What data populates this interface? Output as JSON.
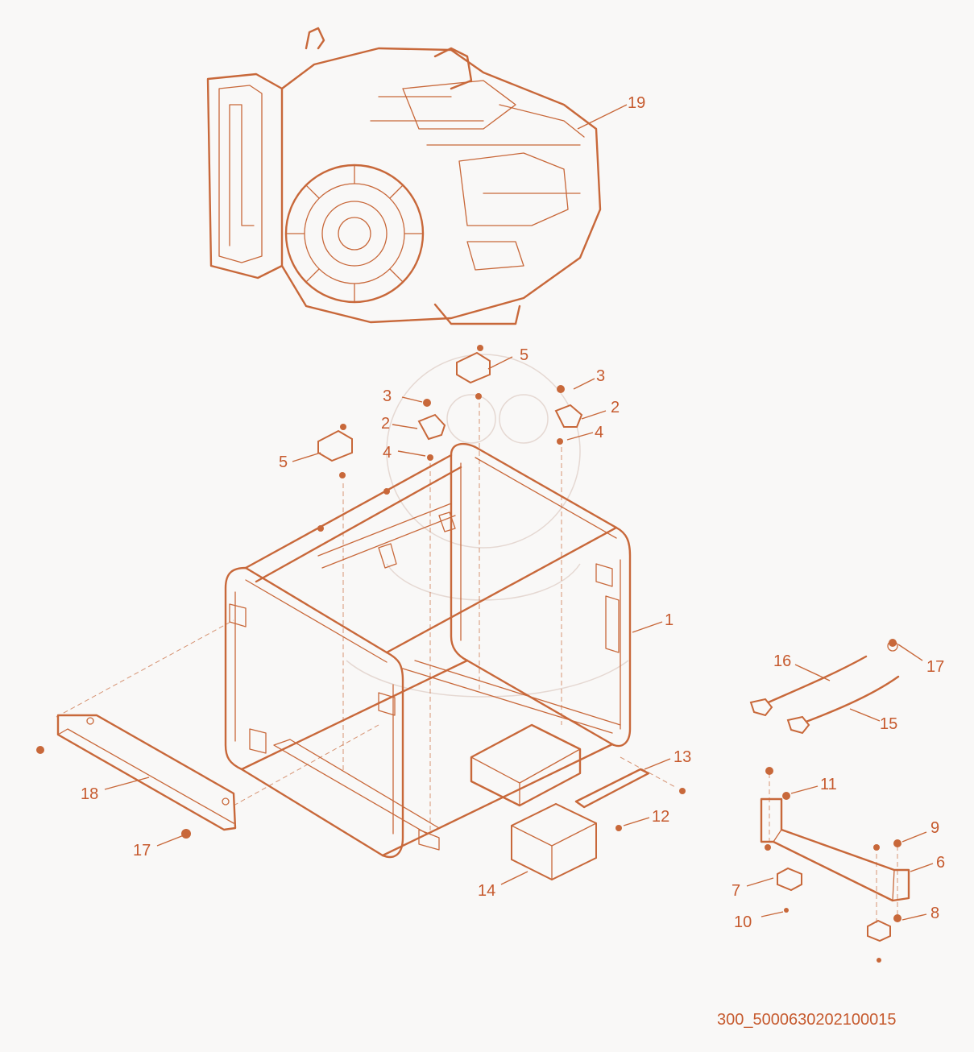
{
  "diagram_code": "300_5000630202100015",
  "callouts": [
    {
      "id": "c19a",
      "text": "19"
    },
    {
      "id": "c5a",
      "text": "5"
    },
    {
      "id": "c3a",
      "text": "3"
    },
    {
      "id": "c3b",
      "text": "3"
    },
    {
      "id": "c2a",
      "text": "2"
    },
    {
      "id": "c2b",
      "text": "2"
    },
    {
      "id": "c4a",
      "text": "4"
    },
    {
      "id": "c4b",
      "text": "4"
    },
    {
      "id": "c5b",
      "text": "5"
    },
    {
      "id": "c1",
      "text": "1"
    },
    {
      "id": "c16",
      "text": "16"
    },
    {
      "id": "c17a",
      "text": "17"
    },
    {
      "id": "c15",
      "text": "15"
    },
    {
      "id": "c13",
      "text": "13"
    },
    {
      "id": "c11",
      "text": "11"
    },
    {
      "id": "c18",
      "text": "18"
    },
    {
      "id": "c12",
      "text": "12"
    },
    {
      "id": "c9",
      "text": "9"
    },
    {
      "id": "c17b",
      "text": "17"
    },
    {
      "id": "c6",
      "text": "6"
    },
    {
      "id": "c14",
      "text": "14"
    },
    {
      "id": "c7",
      "text": "7"
    },
    {
      "id": "c8",
      "text": "8"
    },
    {
      "id": "c10",
      "text": "10"
    }
  ],
  "colors": {
    "line": "#c8683a",
    "background": "#f9f8f7"
  }
}
